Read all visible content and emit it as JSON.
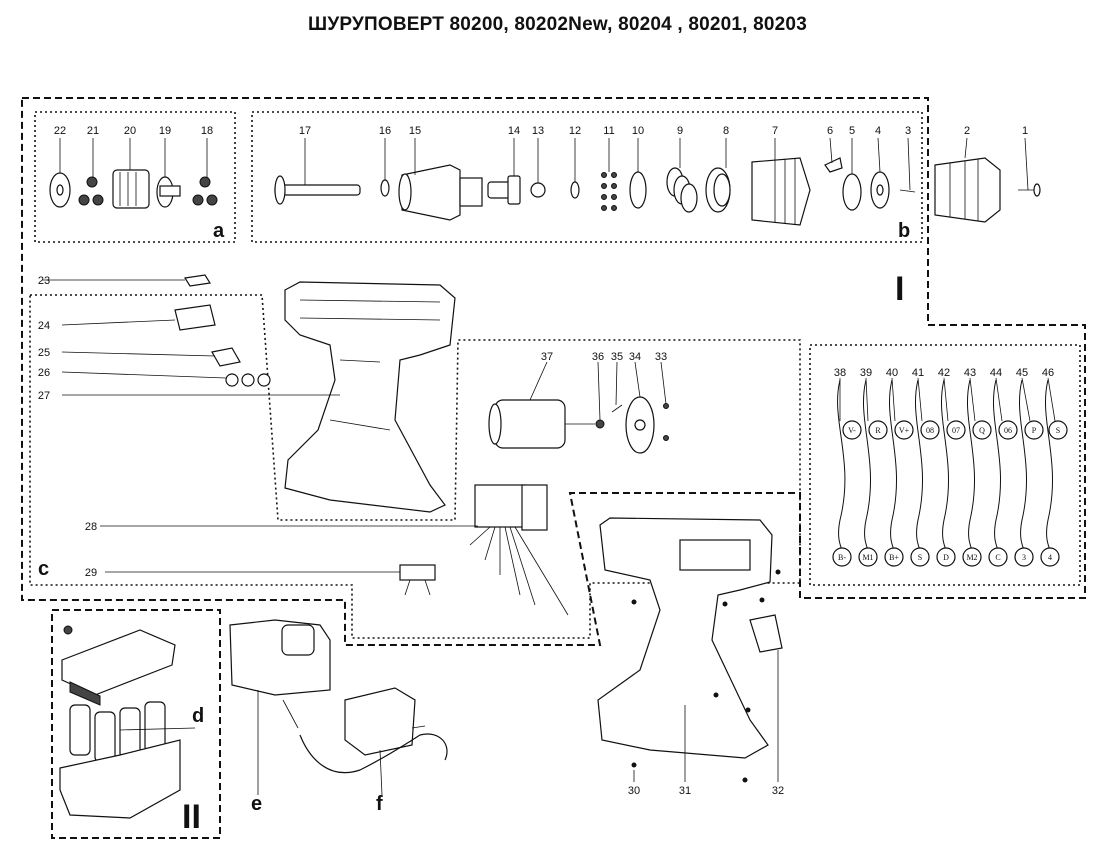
{
  "title": "ШУРУПОВЕРТ 80200, 80202New, 80204 , 80201, 80203",
  "groups": {
    "a": "a",
    "b": "b",
    "c": "c",
    "d": "d",
    "e": "e",
    "f": "f",
    "I": "I",
    "II": "II"
  },
  "parts": {
    "p1": "1",
    "p2": "2",
    "p3": "3",
    "p4": "4",
    "p5": "5",
    "p6": "6",
    "p7": "7",
    "p8": "8",
    "p9": "9",
    "p10": "10",
    "p11": "11",
    "p12": "12",
    "p13": "13",
    "p14": "14",
    "p15": "15",
    "p16": "16",
    "p17": "17",
    "p18": "18",
    "p19": "19",
    "p20": "20",
    "p21": "21",
    "p22": "22",
    "p23": "23",
    "p24": "24",
    "p25": "25",
    "p26": "26",
    "p27": "27",
    "p28": "28",
    "p29": "29",
    "p30": "30",
    "p31": "31",
    "p32": "32",
    "p33": "33",
    "p34": "34",
    "p35": "35",
    "p36": "36",
    "p37": "37",
    "p38": "38",
    "p39": "39",
    "p40": "40",
    "p41": "41",
    "p42": "42",
    "p43": "43",
    "p44": "44",
    "p45": "45",
    "p46": "46"
  },
  "wire_labels": {
    "top": [
      "V-",
      "R",
      "V+",
      "08",
      "07",
      "Q",
      "06",
      "P",
      "S"
    ],
    "bottom": [
      "B-",
      "M1",
      "B+",
      "S",
      "D",
      "M2",
      "C",
      "3",
      "4"
    ]
  }
}
